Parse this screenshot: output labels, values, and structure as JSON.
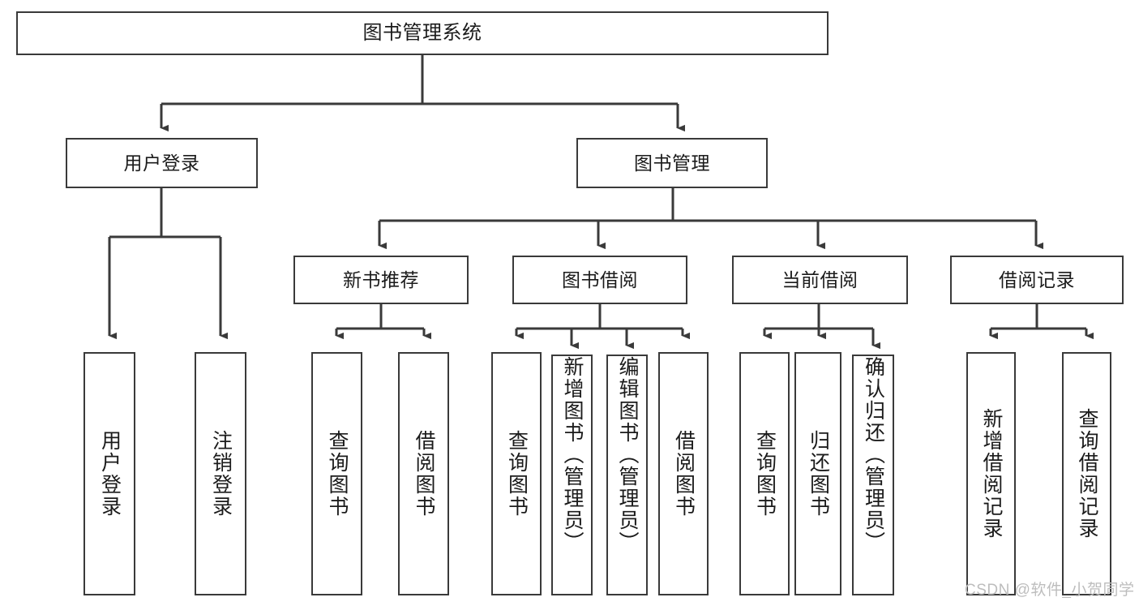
{
  "diagram": {
    "type": "tree-hierarchy-chart",
    "title": "图书管理系统",
    "watermark": "CSDN @软件_小贺同学",
    "colors": {
      "stroke": "#3a3a3a",
      "fill": "#ffffff",
      "text": "#1b1b1b",
      "watermark": "#bdbdbd"
    },
    "nodes": {
      "root": {
        "label": "图书管理系统"
      },
      "level2": [
        {
          "id": "user-login",
          "label": "用户登录"
        },
        {
          "id": "book-manage",
          "label": "图书管理"
        }
      ],
      "level3": [
        {
          "id": "new-book-recommend",
          "label": "新书推荐"
        },
        {
          "id": "book-borrow",
          "label": "图书借阅"
        },
        {
          "id": "current-borrow",
          "label": "当前借阅"
        },
        {
          "id": "borrow-record",
          "label": "借阅记录"
        }
      ],
      "leaves": {
        "user_login": [
          {
            "id": "leaf-user-login",
            "label": "用户登录"
          },
          {
            "id": "leaf-logout-login",
            "label": "注销登录"
          }
        ],
        "new_book_recommend": [
          {
            "id": "leaf-query-book-1",
            "label": "查询图书"
          },
          {
            "id": "leaf-borrow-book-1",
            "label": "借阅图书"
          }
        ],
        "book_borrow": [
          {
            "id": "leaf-query-book-2",
            "label": "查询图书"
          },
          {
            "id": "leaf-add-book",
            "label": "新增图书（管理员）"
          },
          {
            "id": "leaf-edit-book",
            "label": "编辑图书（管理员）"
          },
          {
            "id": "leaf-borrow-book-2",
            "label": "借阅图书"
          }
        ],
        "current_borrow": [
          {
            "id": "leaf-query-book-3",
            "label": "查询图书"
          },
          {
            "id": "leaf-return-book",
            "label": "归还图书"
          },
          {
            "id": "leaf-confirm-return",
            "label": "确认归还（管理员）"
          }
        ],
        "borrow_record": [
          {
            "id": "leaf-add-record",
            "label": "新增借阅记录"
          },
          {
            "id": "leaf-query-record",
            "label": "查询借阅记录"
          }
        ]
      }
    }
  }
}
